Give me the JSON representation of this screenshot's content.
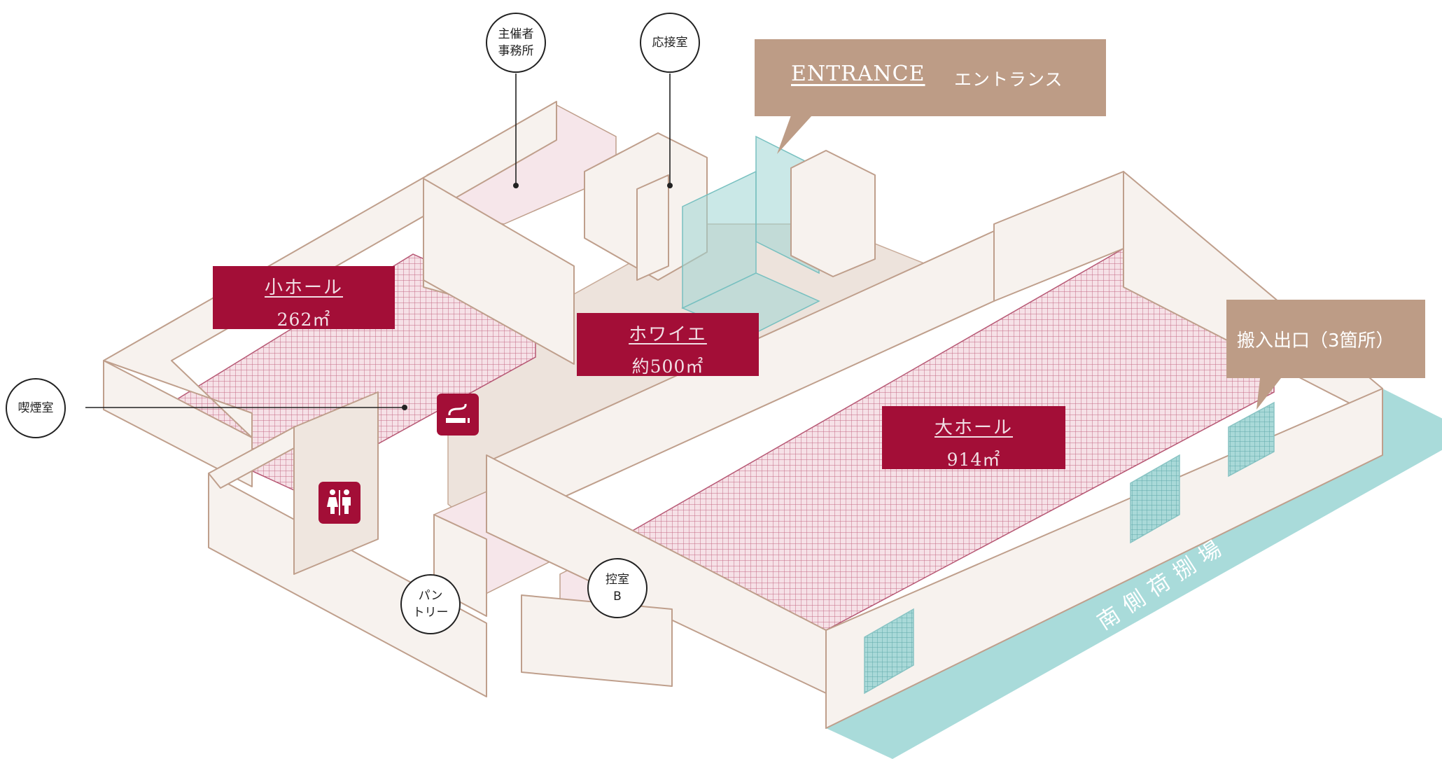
{
  "labels": {
    "small_hall": {
      "name": "小ホール",
      "area": "262㎡"
    },
    "foyer": {
      "name": "ホワイエ",
      "area": "約500㎡"
    },
    "large_hall": {
      "name": "大ホール",
      "area": "914㎡"
    }
  },
  "callouts": {
    "entrance": {
      "en": "ENTRANCE",
      "ja": "エントランス"
    },
    "loading": {
      "text": "搬入出口（3箇所）"
    }
  },
  "circles": {
    "organizer_office": "主催者\n事務所",
    "reception": "応接室",
    "smoking": "喫煙室",
    "pantry": "パン\nトリー",
    "waiting_b": "控室\nB"
  },
  "dock": {
    "text": "南側荷捌場"
  },
  "icons": [
    "smoking-area-icon",
    "restroom-icon"
  ],
  "colors": {
    "hall_label": "#a30e37",
    "callout": "#bd9c86",
    "dock": "#a9dbda",
    "wall": "#f7f2ee",
    "wall_line": "#bf9f8c"
  }
}
